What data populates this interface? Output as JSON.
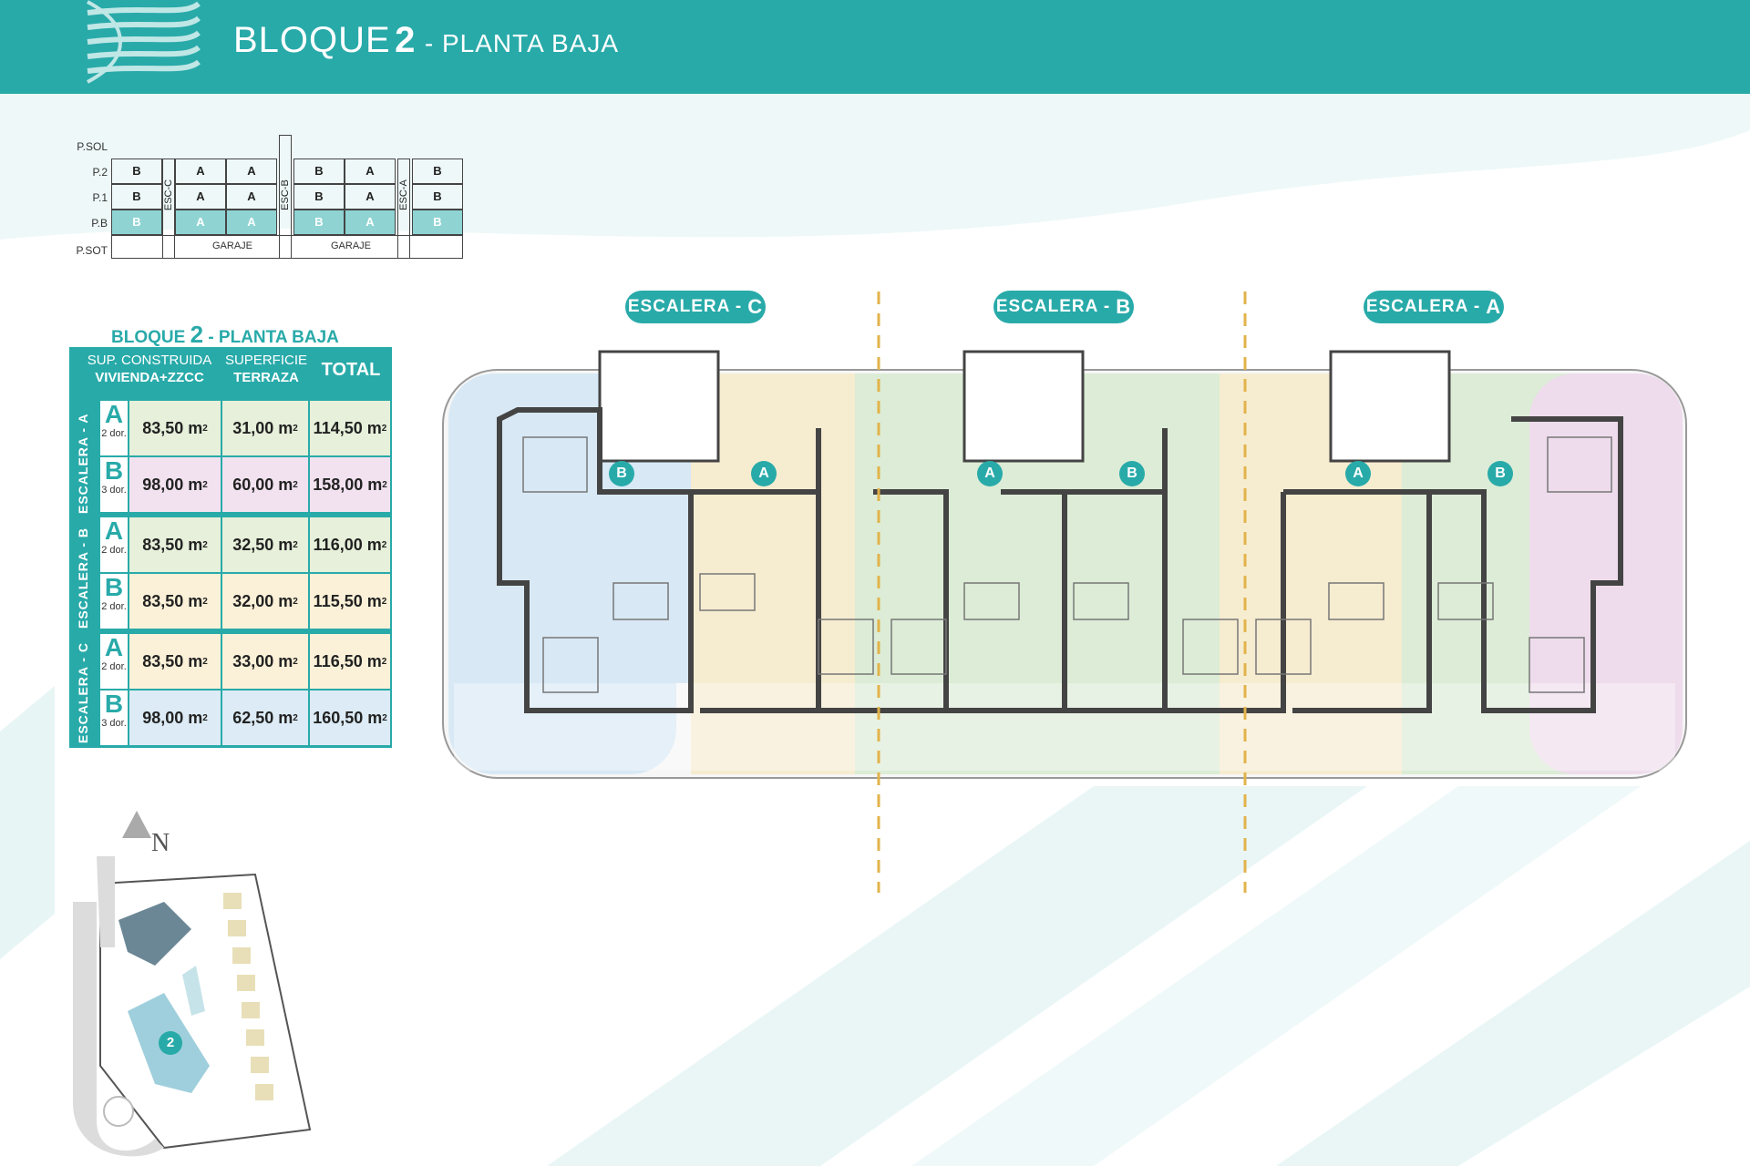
{
  "header": {
    "title_main": "BLOQUE",
    "title_num": "2",
    "title_sub": "- PLANTA BAJA",
    "logo_icon": "waves-logo-icon",
    "bg_color": "#28aaa9"
  },
  "levels": {
    "labels": [
      "P.SOL",
      "P.2",
      "P.1",
      "P.B",
      "P.SOT"
    ],
    "row_p2": [
      "B",
      "A",
      "A",
      "B",
      "A",
      "B"
    ],
    "row_p1": [
      "B",
      "A",
      "A",
      "B",
      "A",
      "B"
    ],
    "row_pb": [
      "B",
      "A",
      "A",
      "B",
      "A",
      "B"
    ],
    "stairs": [
      "ESC-C",
      "ESC-B",
      "ESC-A"
    ],
    "garage": [
      "GARAJE",
      "GARAJE"
    ]
  },
  "table": {
    "title_pre": "BLOQUE",
    "title_num": "2",
    "title_post": "- PLANTA BAJA",
    "headers": {
      "built": "SUP. CONSTRUIDA",
      "built_sub": "VIVIENDA+ZZCC",
      "terrace": "SUPERFICIE",
      "terrace_sub": "TERRAZA",
      "total": "TOTAL"
    },
    "unit": "m",
    "groups": [
      {
        "stair": "ESCALERA - A",
        "rows": [
          {
            "type": "A",
            "dorms": "2 dor.",
            "built": "83,50 m",
            "terrace": "31,00 m",
            "total": "114,50 m"
          },
          {
            "type": "B",
            "dorms": "3 dor.",
            "built": "98,00 m",
            "terrace": "60,00 m",
            "total": "158,00 m"
          }
        ]
      },
      {
        "stair": "ESCALERA - B",
        "rows": [
          {
            "type": "A",
            "dorms": "2 dor.",
            "built": "83,50 m",
            "terrace": "32,50 m",
            "total": "116,00 m"
          },
          {
            "type": "B",
            "dorms": "2 dor.",
            "built": "83,50 m",
            "terrace": "32,00 m",
            "total": "115,50 m"
          }
        ]
      },
      {
        "stair": "ESCALERA - C",
        "rows": [
          {
            "type": "A",
            "dorms": "2 dor.",
            "built": "83,50 m",
            "terrace": "33,00 m",
            "total": "116,50 m"
          },
          {
            "type": "B",
            "dorms": "3 dor.",
            "built": "98,00 m",
            "terrace": "62,50 m",
            "total": "160,50 m"
          }
        ]
      }
    ]
  },
  "plan": {
    "stair_labels": [
      {
        "text": "ESCALERA -",
        "letter": "C"
      },
      {
        "text": "ESCALERA -",
        "letter": "B"
      },
      {
        "text": "ESCALERA -",
        "letter": "A"
      }
    ],
    "unit_markers": [
      "B",
      "A",
      "A",
      "B",
      "A",
      "B"
    ],
    "unit_colors": [
      "#d8e9f5",
      "#f6ecd0",
      "#dcecd6",
      "#dcecd6",
      "#f6ecd0",
      "#dcecd6",
      "#eedcec"
    ]
  },
  "sitemap": {
    "north_label": "N",
    "block_number": "2"
  }
}
